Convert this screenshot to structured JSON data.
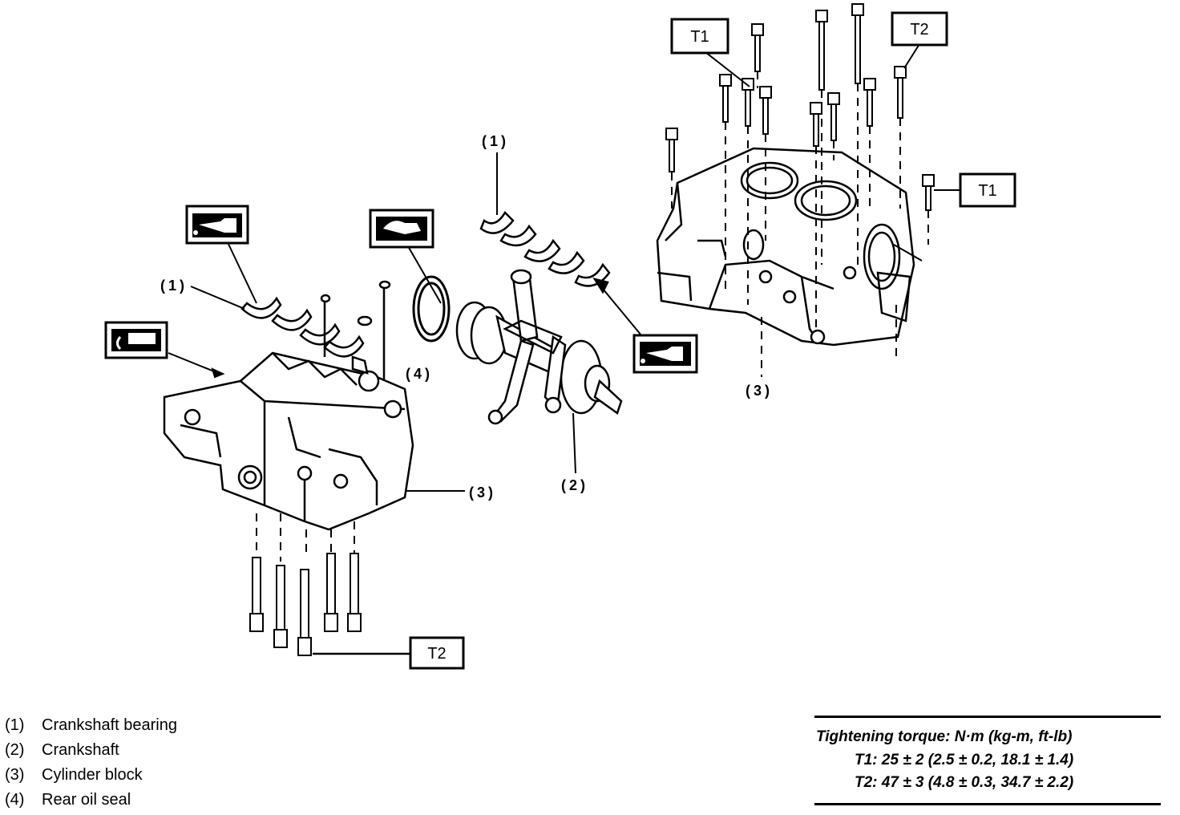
{
  "callouts": {
    "bearing_top": "(1)",
    "bearing_left": "(1)",
    "crankshaft": "(2)",
    "block_left": "(3)",
    "block_right": "(3)",
    "rear_seal": "(4)"
  },
  "torque_tags": {
    "t1_top": "T1",
    "t2_top": "T2",
    "t1_right": "T1",
    "t2_bottom": "T2"
  },
  "legend": {
    "items": [
      {
        "num": "(1)",
        "label": "Crankshaft bearing"
      },
      {
        "num": "(2)",
        "label": "Crankshaft"
      },
      {
        "num": "(3)",
        "label": "Cylinder block"
      },
      {
        "num": "(4)",
        "label": "Rear oil seal"
      }
    ]
  },
  "torque_spec": {
    "heading": "Tightening torque: N·m (kg-m, ft-lb)",
    "t1": "T1: 25 ± 2 (2.5 ± 0.2, 18.1 ± 1.4)",
    "t2": "T2: 47 ± 3 (4.8 ± 0.3, 34.7 ± 2.2)"
  },
  "icons": [
    "oil-can-icon",
    "oil-can-icon",
    "oil-can-icon",
    "grease-tube-icon",
    "sealant-tube-icon"
  ]
}
